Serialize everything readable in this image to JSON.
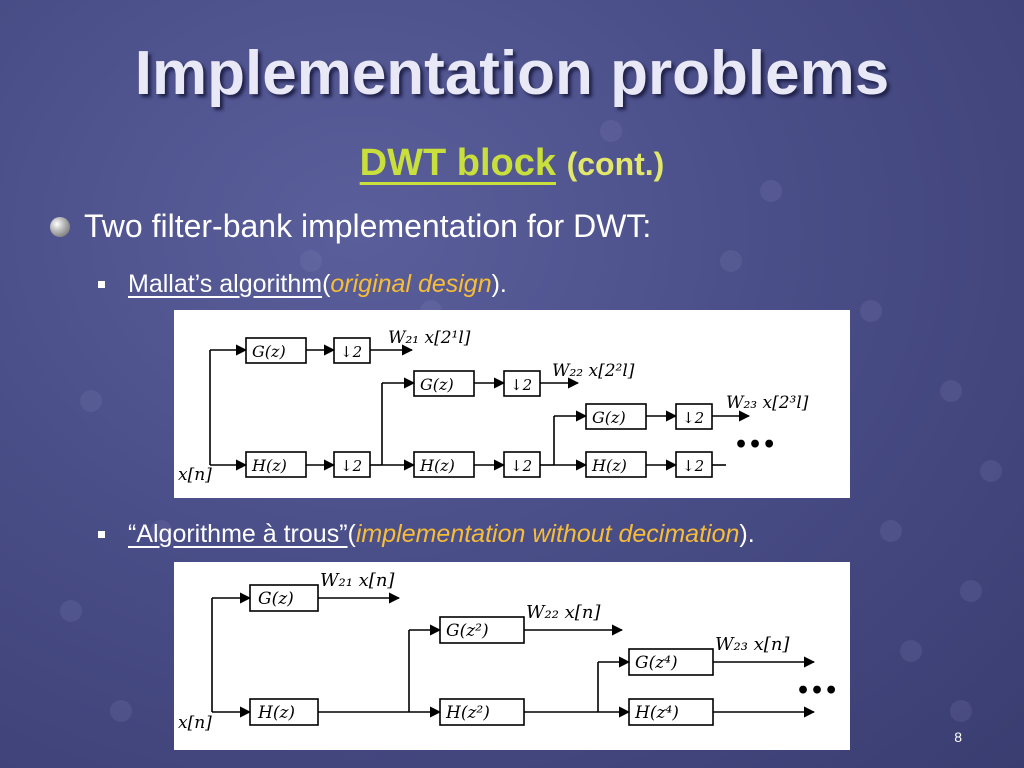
{
  "slide": {
    "title": "Implementation problems",
    "subtitle_highlight": "DWT block",
    "subtitle_rest": "(cont.)",
    "bullet": "Two filter-bank implementation for DWT:",
    "page_number": "8"
  },
  "items": [
    {
      "label": "Mallat’s algorithm",
      "open": " (",
      "note": "original design",
      "close": ")."
    },
    {
      "label": "“Algorithme à trous”",
      "open": " (",
      "note": "implementation without decimation",
      "close": ")."
    }
  ],
  "diagram_mallat": {
    "input": "x[n]",
    "g": "G(z)",
    "h": "H(z)",
    "down": "↓2",
    "out1": "W₂₁ x[2¹l]",
    "out2": "W₂₂ x[2²l]",
    "out3": "W₂₃ x[2³l]",
    "ellipsis": "•••"
  },
  "diagram_trous": {
    "input": "x[n]",
    "g1": "G(z)",
    "h1": "H(z)",
    "g2": "G(z²)",
    "h2": "H(z²)",
    "g3": "G(z⁴)",
    "h3": "H(z⁴)",
    "out1": "W₂₁ x[n]",
    "out2": "W₂₂ x[n]",
    "out3": "W₂₃ x[n]",
    "ellipsis": "•••"
  },
  "colors": {
    "background": "#4a4e88",
    "title": "#e8e8f6",
    "subtitle_highlight": "#c9df3b",
    "italic_note": "#f7bd37"
  }
}
